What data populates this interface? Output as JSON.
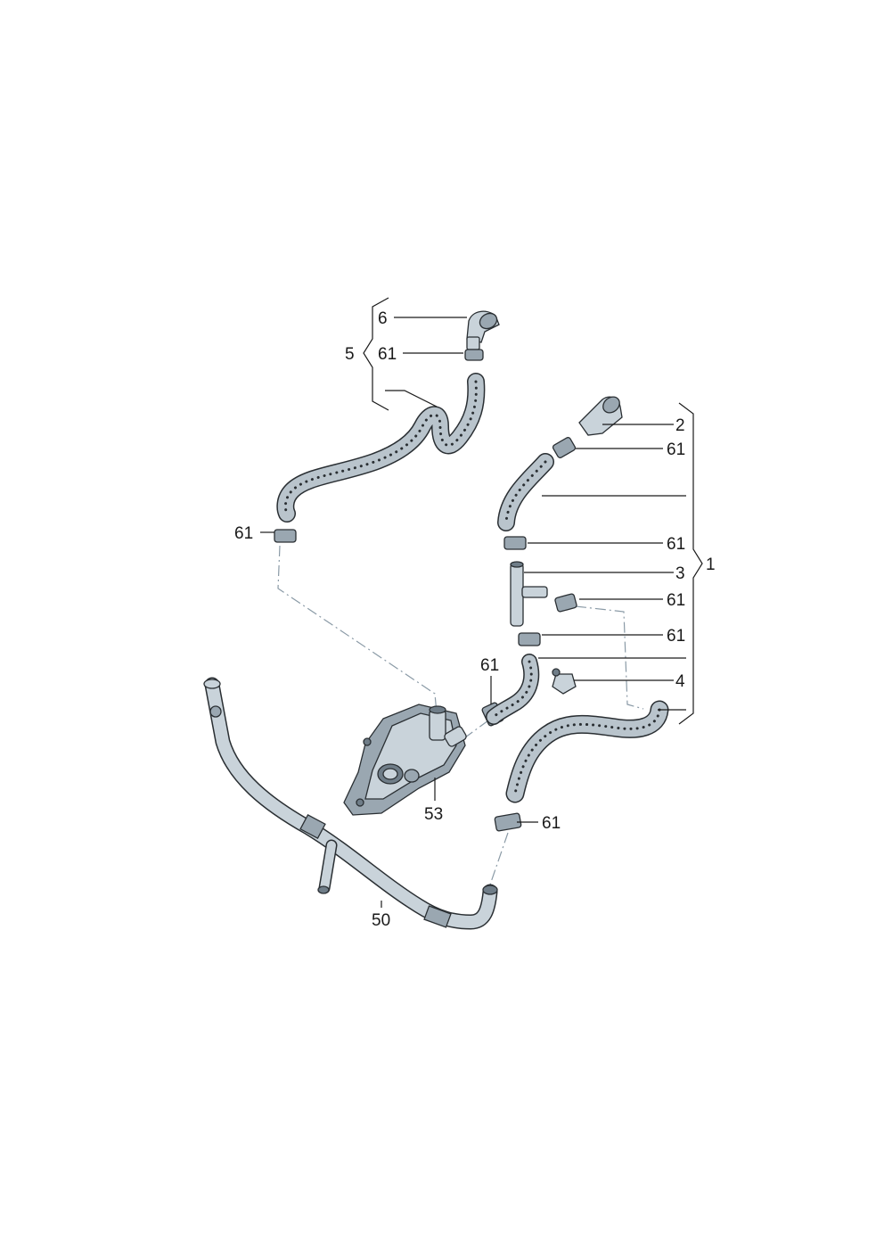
{
  "callouts": {
    "c1": "1",
    "c2": "2",
    "c3": "3",
    "c4": "4",
    "c5": "5",
    "c6": "6",
    "c50": "50",
    "c53": "53",
    "c61": "61"
  },
  "colors": {
    "part_fill": "#c9d3da",
    "part_shade": "#9aa7b1",
    "part_dark": "#6f7d88",
    "hose_fill": "#b9c4cc",
    "line": "#1a1a1a",
    "dash": "#8a9aa6"
  }
}
